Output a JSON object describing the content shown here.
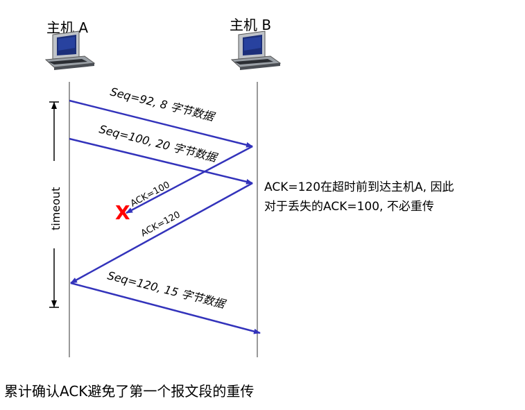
{
  "hosts": {
    "a_label": "主机 A",
    "b_label": "主机 B"
  },
  "messages": {
    "seq92": "Seq=92, 8 字节数据",
    "seq100": "Seq=100, 20 字节数据",
    "ack100": "ACK=100",
    "ack120": "ACK=120",
    "seq120": "Seq=120,  15 字节数据"
  },
  "timeout_label": "timeout",
  "lost_marker": "X",
  "note": {
    "line1": "ACK=120在超时前到达主机A, 因此",
    "line2": "对于丢失的ACK=100, 不必重传"
  },
  "caption": "累计确认ACK避免了第一个报文段的重传",
  "colors": {
    "arrow": "#3333bb",
    "lost": "#ff0000"
  },
  "icons": {
    "host": "desktop-computer-icon"
  }
}
